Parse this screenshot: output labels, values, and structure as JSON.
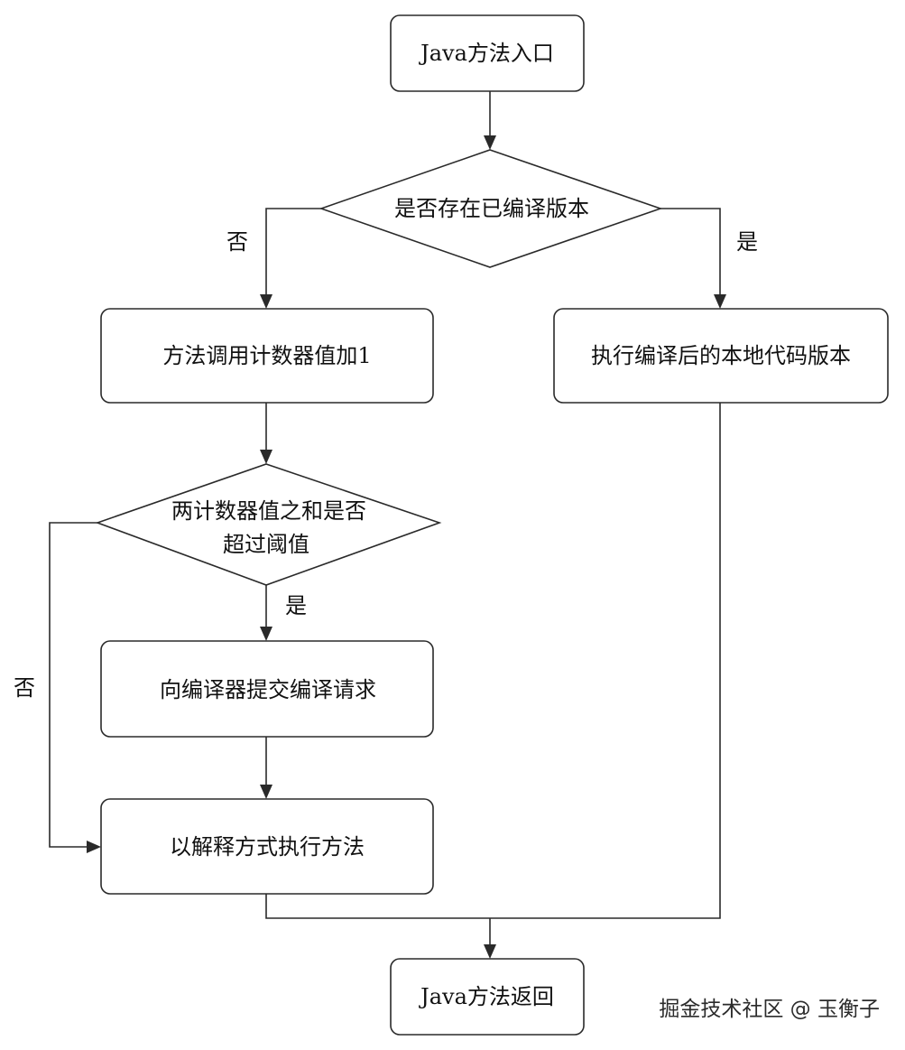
{
  "diagram": {
    "nodes": {
      "start": "Java方法入口",
      "check_compiled": "是否存在已编译版本",
      "increment_counter": "方法调用计数器值加1",
      "execute_native": "执行编译后的本地代码版本",
      "threshold_check_line1": "两计数器值之和是否",
      "threshold_check_line2": "超过阈值",
      "submit_compile": "向编译器提交编译请求",
      "interpret": "以解释方式执行方法",
      "end": "Java方法返回"
    },
    "edge_labels": {
      "compiled_no": "否",
      "compiled_yes": "是",
      "threshold_yes": "是",
      "threshold_no": "否"
    }
  },
  "watermark": "掘金技术社区 @ 玉衡子"
}
